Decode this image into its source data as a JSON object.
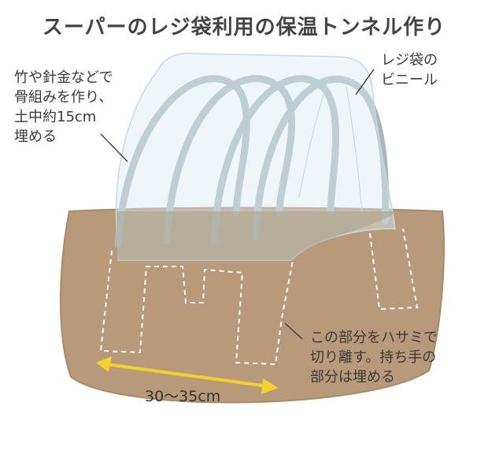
{
  "title": "スーパーのレジ袋利用の保温トンネル作り",
  "labels": {
    "frame_note": [
      "竹や針金などで",
      "骨組みを作り、",
      "土中約15cm",
      "埋める"
    ],
    "bag_note": [
      "レジ袋の",
      "ビニール"
    ],
    "cut_note": [
      "この部分をハサミで",
      "切り離す。持ち手の",
      "部分は埋める"
    ],
    "width_label": "30〜35cm"
  },
  "colors": {
    "soil": "#b8997a",
    "soil_edge": "#a88a6c",
    "arch": "#a9b6b8",
    "bag": "#d9ecf2",
    "dashed": "#ffffff",
    "arrow": "#f2d22e"
  }
}
